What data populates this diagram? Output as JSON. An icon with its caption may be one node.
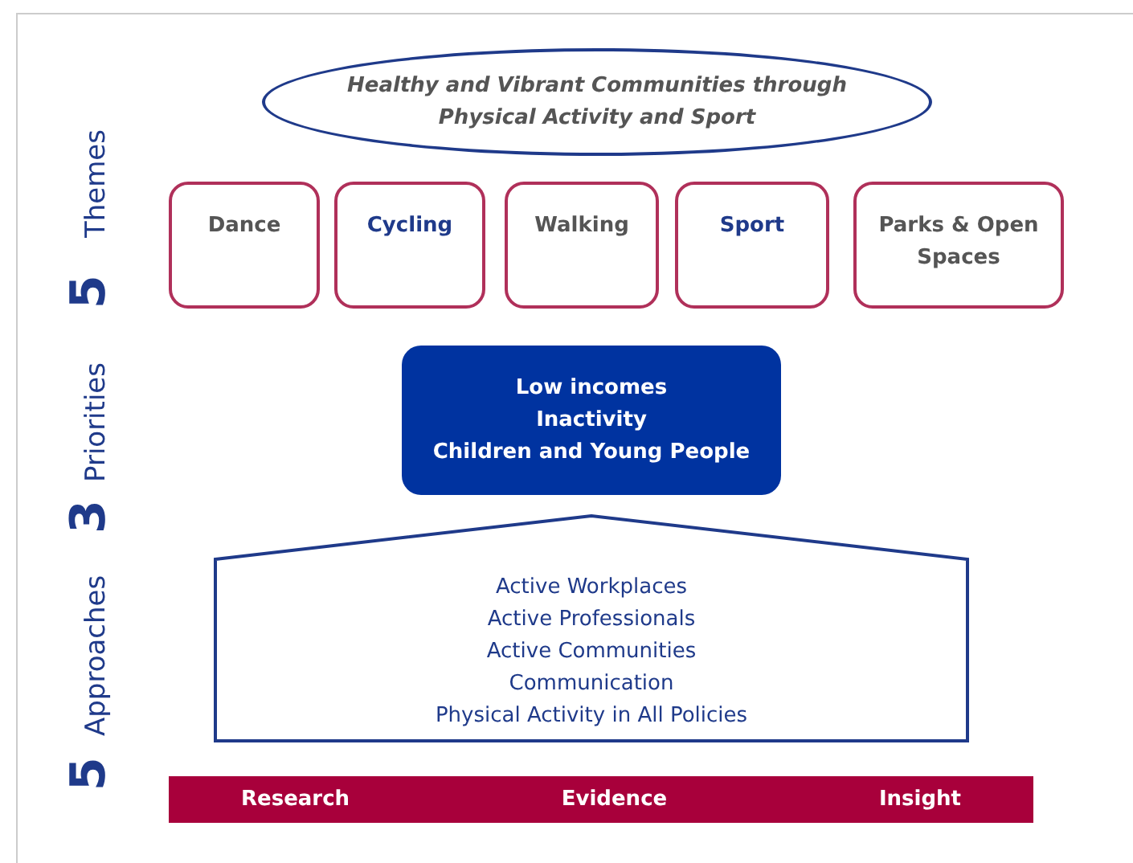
{
  "diagram": {
    "nodes": [
      {
        "text": [
          "Healthy and Vibrant Communities through Physical Activity and Sport"
        ]
      },
      {
        "text": [
          "Dance"
        ]
      },
      {
        "text": [
          "Cycling"
        ]
      },
      {
        "text": [
          "Walking"
        ]
      },
      {
        "text": [
          "Sport"
        ]
      },
      {
        "text": [
          "Parks & Open Spaces"
        ]
      },
      {
        "text": [
          "Low incomes",
          "Inactivity",
          "Children and Young People"
        ]
      },
      {
        "text": [
          "Active Workplaces",
          "Active Professionals",
          "Active Communities",
          "Communication",
          "Physical Activity in All Policies"
        ]
      },
      {
        "text": [
          "Research",
          "Evidence",
          "Insight"
        ]
      }
    ],
    "edges": [],
    "labels": [
      "5",
      "Themes",
      "3",
      "Priorities",
      "5",
      "Approaches"
    ]
  }
}
